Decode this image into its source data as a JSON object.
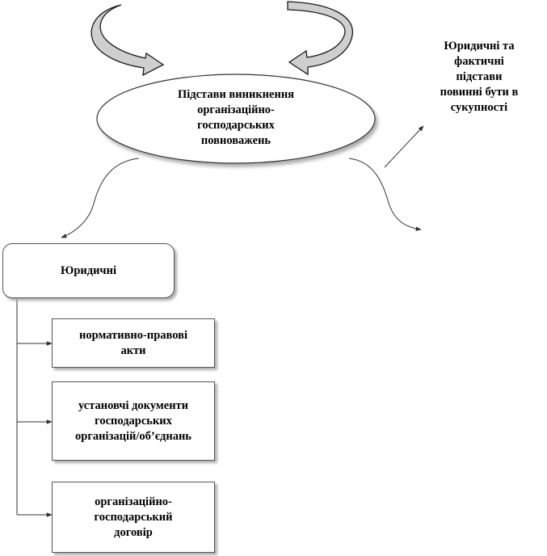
{
  "central_node": {
    "text": "Підстави виникнення\nорганізаційно-\nгосподарських\nповноважень"
  },
  "side_note": {
    "text": "Юридичні та\nфактичні\nпідстави\nповинні бути в\nсукупності"
  },
  "legal_node": {
    "text": "Юридичні"
  },
  "children": [
    {
      "text": "нормативно-правові\nакти"
    },
    {
      "text": "установчі документи\nгосподарських\nорганізацій/об’єднань"
    },
    {
      "text": "організаційно-\nгосподарський\nдоговір"
    }
  ],
  "colors": {
    "arrow_fill": "#cfcfcf",
    "arrow_edge": "#1a1a1a",
    "line": "#333333",
    "shadow": "#b0b0b0"
  }
}
